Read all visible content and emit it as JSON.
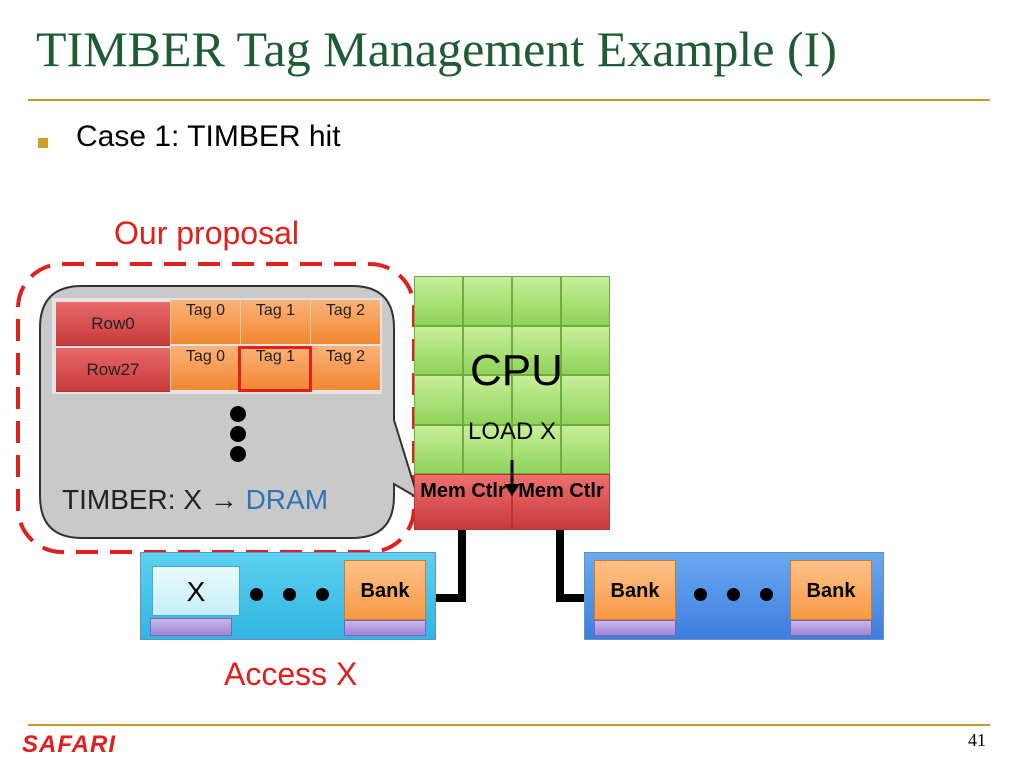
{
  "slide": {
    "title": "TIMBER Tag Management Example (I)",
    "bullet": "Case 1: TIMBER hit",
    "page_number": "41",
    "logo": "SAFARI"
  },
  "proposal": {
    "label": "Our proposal",
    "rows": [
      {
        "label": "Row0",
        "tags": [
          "Tag 0",
          "Tag 1",
          "Tag 2"
        ]
      },
      {
        "label": "Row27",
        "tags": [
          "Tag 0",
          "Tag 1",
          "Tag 2"
        ]
      }
    ],
    "timber_prefix": "TIMBER:  X ",
    "timber_arrow": "→",
    "timber_target": "DRAM"
  },
  "cpu": {
    "label": "CPU",
    "instruction": "LOAD X",
    "mem_ctlr": [
      "Mem Ctlr",
      "Mem Ctlr"
    ]
  },
  "channels": {
    "left": {
      "x_label": "X",
      "bank_label": "Bank"
    },
    "right": {
      "bank_labels": [
        "Bank",
        "Bank"
      ]
    }
  },
  "access_label": "Access X",
  "colors": {
    "title": "#1f5c34",
    "rule": "#c79a28",
    "accent_red": "#e0201c",
    "dram_blue": "#2e75b6",
    "cpu_green": "#8fd35a",
    "tag_orange": "#f2872f",
    "row_red": "#c73a3a"
  }
}
